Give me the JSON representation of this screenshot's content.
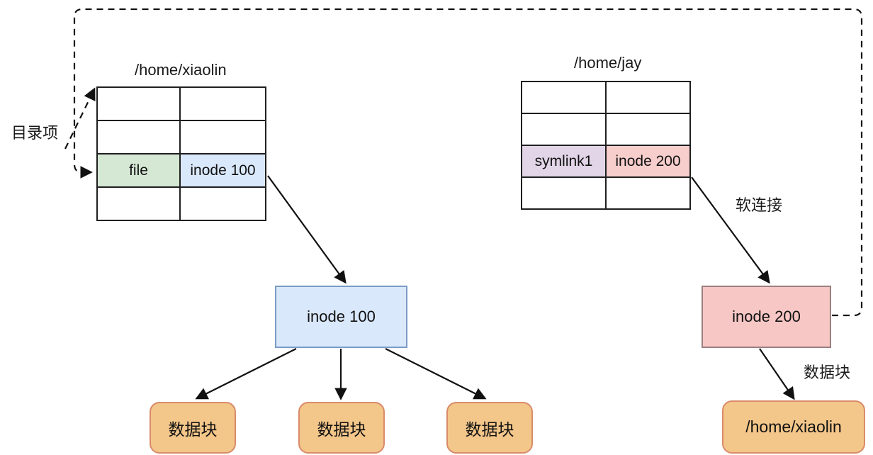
{
  "diagram": {
    "title_left": "/home/xiaolin",
    "title_right": "/home/jay",
    "labels": {
      "dir_entry": "目录项",
      "soft_link": "软连接",
      "data_block_edge": "数据块"
    },
    "left_table": {
      "caption": "/home/xiaolin",
      "rows": [
        {
          "name": "",
          "inode": "",
          "name_fill": "#ffffff",
          "inode_fill": "#ffffff"
        },
        {
          "name": "",
          "inode": "",
          "name_fill": "#ffffff",
          "inode_fill": "#ffffff"
        },
        {
          "name": "file",
          "inode": "inode 100",
          "name_fill": "#d5e8d4",
          "inode_fill": "#dae8fc"
        },
        {
          "name": "",
          "inode": "",
          "name_fill": "#ffffff",
          "inode_fill": "#ffffff"
        }
      ]
    },
    "right_table": {
      "caption": "/home/jay",
      "rows": [
        {
          "name": "",
          "inode": "",
          "name_fill": "#ffffff",
          "inode_fill": "#ffffff"
        },
        {
          "name": "",
          "inode": "",
          "name_fill": "#ffffff",
          "inode_fill": "#ffffff"
        },
        {
          "name": "symlink1",
          "inode": "inode 200",
          "name_fill": "#e1d5e7",
          "inode_fill": "#f8cecc"
        },
        {
          "name": "",
          "inode": "",
          "name_fill": "#ffffff",
          "inode_fill": "#ffffff"
        }
      ]
    },
    "inode_nodes": [
      {
        "id": "inode-100",
        "label": "inode 100",
        "fill": "#dae8fc",
        "stroke": "#7b9bc4"
      },
      {
        "id": "inode-200",
        "label": "inode 200",
        "fill": "#f7c7c5",
        "stroke": "#9a7f80"
      }
    ],
    "data_blocks": [
      {
        "id": "data-block-1",
        "label": "数据块"
      },
      {
        "id": "data-block-2",
        "label": "数据块"
      },
      {
        "id": "data-block-3",
        "label": "数据块"
      },
      {
        "id": "symlink-target",
        "label": "/home/xiaolin"
      }
    ],
    "colors": {
      "green": "#d5e8d4",
      "blue": "#dae8fc",
      "purple": "#e1d5e7",
      "pink": "#f8cecc",
      "orange": "#f3c68a",
      "orange_border": "#d98b6a",
      "line": "#1f1f1f"
    }
  }
}
